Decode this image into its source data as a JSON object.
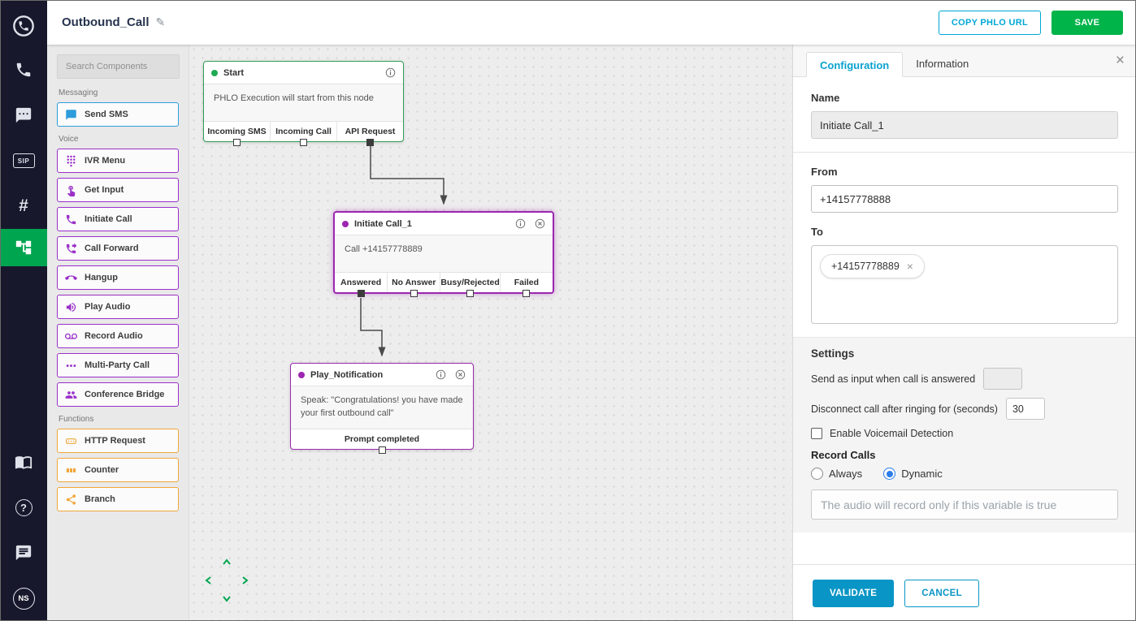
{
  "colors": {
    "brand_green": "#00b44a",
    "rail_active_green": "#00a550",
    "teal_accent": "#00a7d6",
    "validate_blue": "#0995c5",
    "node_green": "#2f9e55",
    "node_purple": "#9c27b0",
    "component_blue": "#2d9cdb",
    "component_purple": "#9a2fc9",
    "component_orange": "#f0a63a",
    "radio_blue": "#2b7de9",
    "rail_bg": "#18182c"
  },
  "header": {
    "title": "Outbound_Call",
    "copy_url_button": "COPY PHLO URL",
    "save_button": "SAVE"
  },
  "rail": {
    "sip_label": "SIP",
    "hash_label": "#",
    "avatar_initials": "NS"
  },
  "components": {
    "search_placeholder": "Search Components",
    "sections": [
      {
        "label": "Messaging",
        "items": [
          {
            "label": "Send SMS",
            "icon": "chat-icon"
          }
        ]
      },
      {
        "label": "Voice",
        "items": [
          {
            "label": "IVR Menu",
            "icon": "dialpad-icon"
          },
          {
            "label": "Get Input",
            "icon": "touch-input-icon"
          },
          {
            "label": "Initiate Call",
            "icon": "phone-icon"
          },
          {
            "label": "Call Forward",
            "icon": "phone-forward-icon"
          },
          {
            "label": "Hangup",
            "icon": "hangup-icon"
          },
          {
            "label": "Play Audio",
            "icon": "speaker-icon"
          },
          {
            "label": "Record Audio",
            "icon": "voicemail-icon"
          },
          {
            "label": "Multi-Party Call",
            "icon": "multi-party-icon"
          },
          {
            "label": "Conference Bridge",
            "icon": "conference-icon"
          }
        ]
      },
      {
        "label": "Functions",
        "items": [
          {
            "label": "HTTP Request",
            "icon": "http-icon"
          },
          {
            "label": "Counter",
            "icon": "counter-icon"
          },
          {
            "label": "Branch",
            "icon": "branch-icon"
          }
        ]
      }
    ]
  },
  "canvas": {
    "nodes": {
      "start": {
        "title": "Start",
        "body": "PHLO Execution will start from this node",
        "outputs": [
          {
            "label": "Incoming SMS",
            "filled": false
          },
          {
            "label": "Incoming Call",
            "filled": false
          },
          {
            "label": "API Request",
            "filled": true
          }
        ]
      },
      "initiate": {
        "title": "Initiate Call_1",
        "body": "Call +14157778889",
        "outputs": [
          {
            "label": "Answered",
            "filled": true
          },
          {
            "label": "No Answer",
            "filled": false
          },
          {
            "label": "Busy/Rejected",
            "filled": false
          },
          {
            "label": "Failed",
            "filled": false
          }
        ]
      },
      "play": {
        "title": "Play_Notification",
        "body": "Speak: \"Congratulations! you have made your first outbound call\"",
        "outputs": [
          {
            "label": "Prompt completed",
            "filled": false
          }
        ]
      }
    }
  },
  "config": {
    "tabs": [
      {
        "label": "Configuration",
        "active": true
      },
      {
        "label": "Information",
        "active": false
      }
    ],
    "name_label": "Name",
    "name_value": "Initiate Call_1",
    "from_label": "From",
    "from_value": "+14157778888",
    "to_label": "To",
    "to_chip": "+14157778889",
    "settings_label": "Settings",
    "send_as_input_label": "Send as input when call is answered",
    "send_as_input_value": "",
    "disconnect_label": "Disconnect call after ringing for (seconds)",
    "disconnect_value": "30",
    "voicemail_label": "Enable Voicemail Detection",
    "voicemail_checked": false,
    "record_calls_label": "Record Calls",
    "record_options": [
      "Always",
      "Dynamic"
    ],
    "record_selected": "Dynamic",
    "record_placeholder": "The audio will record only if this variable is true",
    "validate_button": "VALIDATE",
    "cancel_button": "CANCEL"
  }
}
